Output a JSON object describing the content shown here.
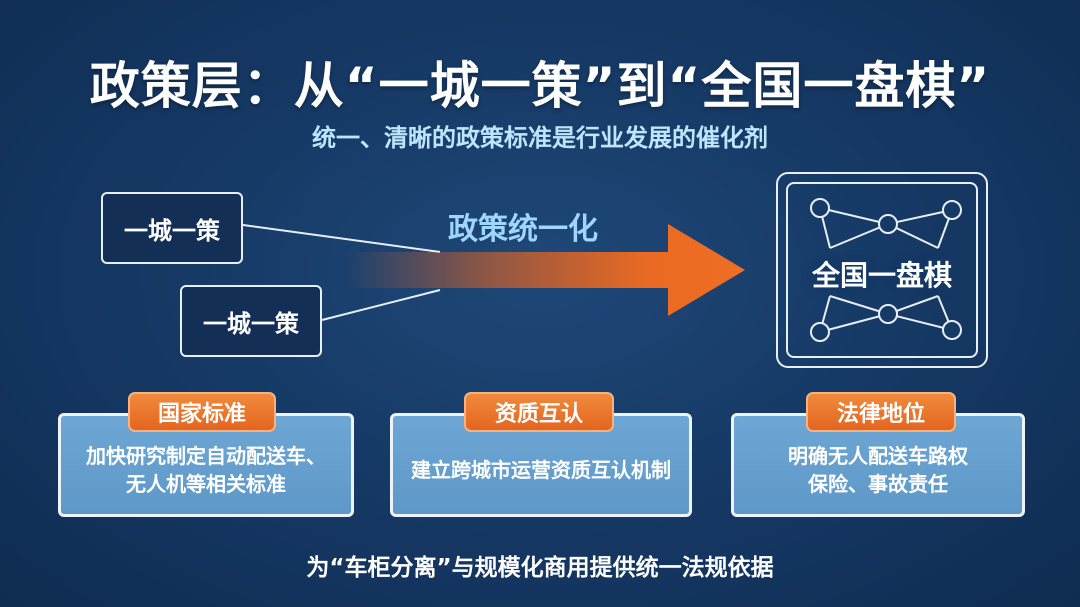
{
  "title": "政策层：从“一城一策”到“全国一盘棋”",
  "subtitle": "统一、清晰的政策标准是行业发展的催化剂",
  "diagram": {
    "city_policy_1": "一城一策",
    "city_policy_2": "一城一策",
    "arrow_label": "政策统一化",
    "national_label": "全国一盘棋"
  },
  "cards": [
    {
      "tag": "国家标准",
      "text": "加快研究制定自动配送车、\n无人机等相关标准"
    },
    {
      "tag": "资质互认",
      "text": "建立跨城市运营资质互认机制"
    },
    {
      "tag": "法律地位",
      "text": "明确无人配送车路权\n保险、事故责任"
    }
  ],
  "footer": "为“车柜分离”与规模化商用提供统一法规依据",
  "colors": {
    "background": "#163a66",
    "accent_orange": "#e8641f",
    "card_fill": "#6aa3d2",
    "subtitle_blue": "#bfe6ff"
  }
}
